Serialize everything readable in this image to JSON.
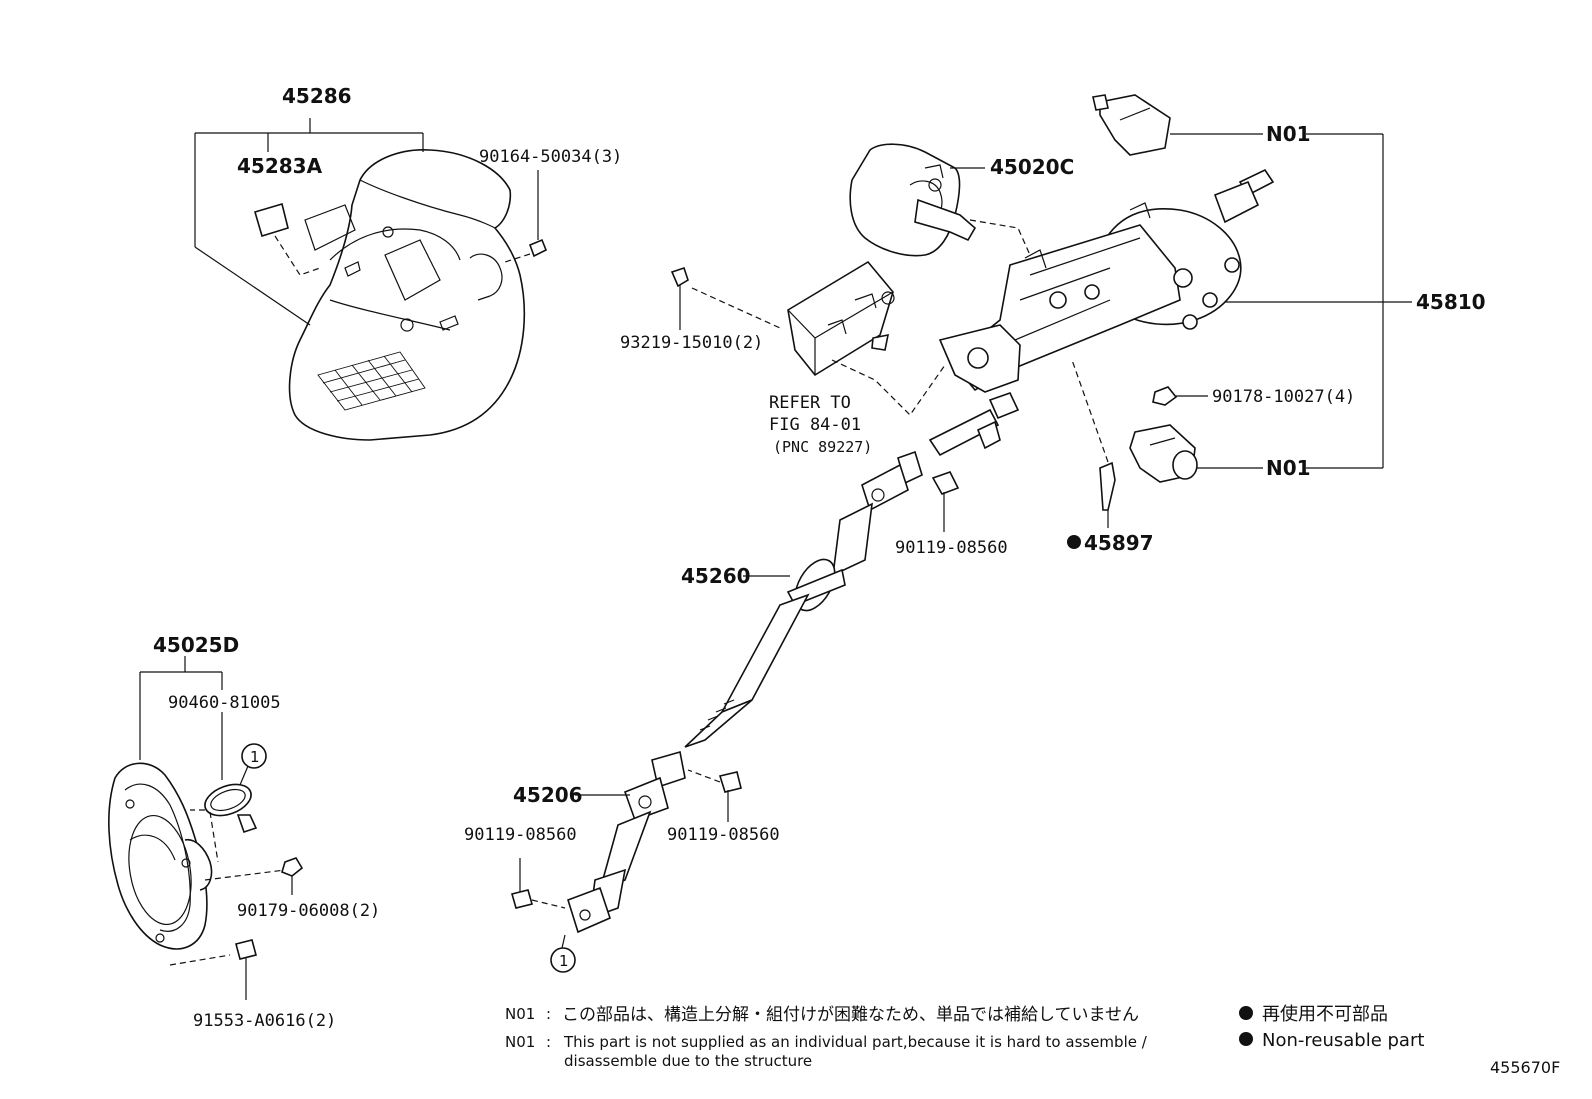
{
  "figure_code": "455670F",
  "labels": {
    "p45286": "45286",
    "p45283a": "45283A",
    "p90164": "90164-50034(3)",
    "p45020c": "45020C",
    "p93219": "93219-15010(2)",
    "refer1": "REFER TO",
    "refer2": "FIG 84-01",
    "refer3": "(PNC 89227)",
    "n01_top": "N01",
    "p45810": "45810",
    "p90178": "90178-10027(4)",
    "n01_mid": "N01",
    "p45897": "45897",
    "p90119_a": "90119-08560",
    "p45260": "45260",
    "p45025d": "45025D",
    "p90460": "90460-81005",
    "circ1_a": "1",
    "p45206": "45206",
    "p90119_b": "90119-08560",
    "p90119_c": "90119-08560",
    "p90179": "90179-06008(2)",
    "circ1_b": "1",
    "p91553": "91553-A0616(2)"
  },
  "notes": {
    "n01_code_1": "N01",
    "n01_jp": "この部品は、構造上分解・組付けが困難なため、単品では補給していません",
    "n01_code_2": "N01",
    "n01_en_1": "This part is not supplied as an individual part,because it is hard to assemble /",
    "n01_en_2": "disassemble due to the structure",
    "legend_jp": "再使用不可部品",
    "legend_en": "Non-reusable part"
  }
}
